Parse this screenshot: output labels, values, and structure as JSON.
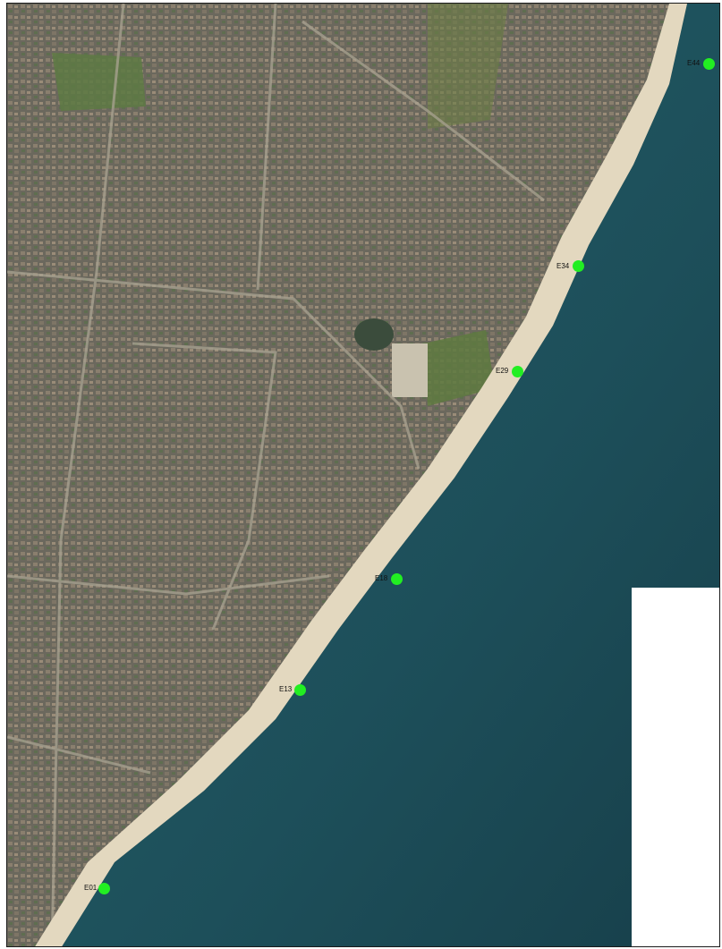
{
  "map": {
    "type": "aerial-imagery",
    "colors": {
      "sea": "#1d4f5a",
      "sea_deep": "#173f4a",
      "beach": "#e3d8bf",
      "land_urban": "#6d6a5f",
      "marker": "#22ee22"
    },
    "markers": [
      {
        "id": "E44",
        "label": "E44"
      },
      {
        "id": "E34",
        "label": "E34"
      },
      {
        "id": "E29",
        "label": "E29"
      },
      {
        "id": "E18",
        "label": "E18"
      },
      {
        "id": "E13",
        "label": "E13"
      },
      {
        "id": "E01",
        "label": "E01"
      }
    ]
  }
}
